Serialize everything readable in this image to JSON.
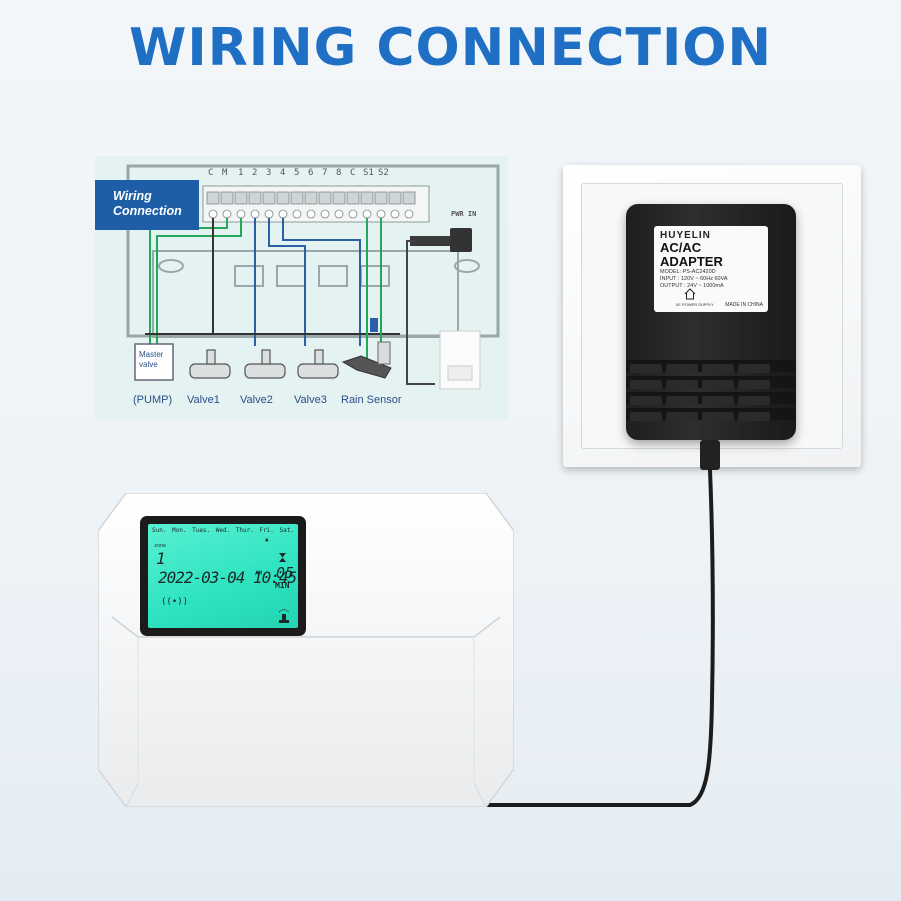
{
  "header": {
    "title": "WIRING CONNECTION"
  },
  "diagram": {
    "badge_line1": "Wiring",
    "badge_line2": "Connection",
    "terminals": [
      "C",
      "M",
      "1",
      "2",
      "3",
      "4",
      "5",
      "6",
      "7",
      "8",
      "C",
      "S1",
      "S2"
    ],
    "pwr_label": "PWR IN",
    "master_label_1": "Master",
    "master_label_2": "valve",
    "labels": [
      "(PUMP)",
      "Valve1",
      "Valve2",
      "Valve3",
      "Rain Sensor"
    ],
    "colors": {
      "green": "#23a85a",
      "blue": "#2c5fa8",
      "dark": "#333333"
    }
  },
  "adapter": {
    "brand": "HUYELIN",
    "title": "AC/AC ADAPTER",
    "model": "MODEL: PS-AC2420D",
    "input": "INPUT : 120V ~ 60Hz 60VA",
    "output": "OUTPUT : 24V ~ 1000mA",
    "supply": "I/E POWER SUPPLY",
    "made_in": "MADE IN CHINA"
  },
  "lcd": {
    "days": [
      "Sun.",
      "Mon.",
      "Tues.",
      "Wed.",
      "Thur.",
      "Fri.",
      "Sat."
    ],
    "zone_label": "zone",
    "zone_number": "1",
    "datetime": "2022-03-04 10:45",
    "ampm": "AM",
    "minutes": "05",
    "min_label": "MIN"
  }
}
